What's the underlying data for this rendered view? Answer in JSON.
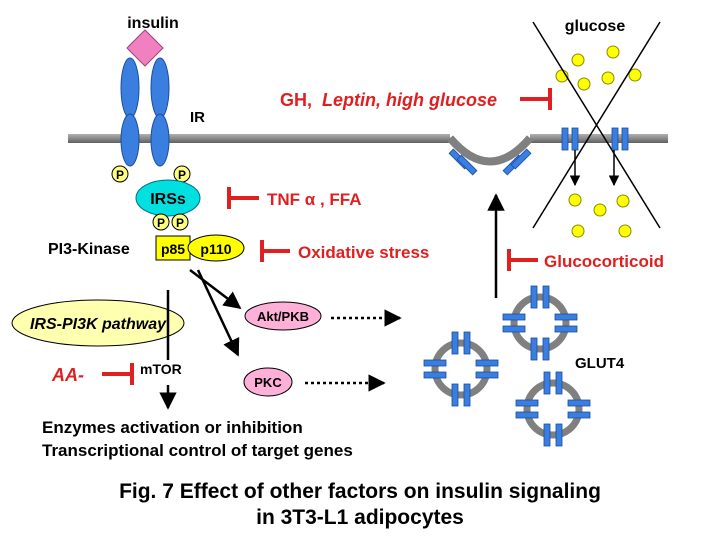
{
  "labels": {
    "insulin": "insulin",
    "ir": "IR",
    "p": "P",
    "irss": "IRSs",
    "pi3k": "PI3-Kinase",
    "p85": "p85",
    "p110": "p110",
    "irs_pathway": "IRS-PI3K pathway",
    "akt": "Akt/PKB",
    "pkc": "PKC",
    "mtor": "mTOR",
    "aa": "AA-",
    "glucose": "glucose",
    "glut4": "GLUT4",
    "outcome1": "Enzymes activation or inhibition",
    "outcome2": "Transcriptional control of target genes"
  },
  "inhibitors": {
    "gh": "GH,",
    "leptin": "Leptin, high glucose",
    "tnf": "TNF α , FFA",
    "oxidative": "Oxidative stress",
    "glucocorticoid": "Glucocorticoid"
  },
  "caption": {
    "line1": "Fig. 7 Effect of other factors on insulin signaling",
    "line2": "in 3T3-L1 adipocytes"
  },
  "colors": {
    "inhibit_red": "#e02020",
    "receptor_blue": "#3a7ee0",
    "insulin_pink": "#f080c0",
    "irss_cyan": "#00e0e0",
    "pathway_yellow": "#ffffb0",
    "p110_yellow": "#ffff00",
    "akt_pink": "#ffb0d8",
    "membrane_gray": "#909090",
    "glucose_yellow": "#ffff00"
  }
}
